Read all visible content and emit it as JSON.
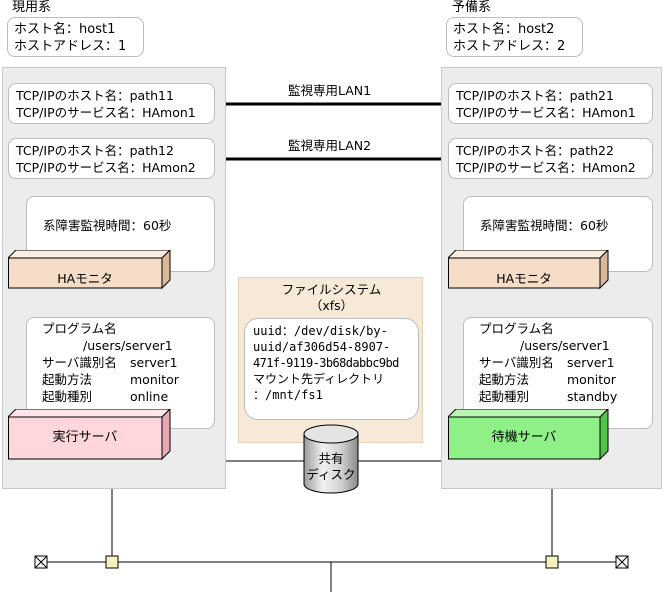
{
  "colors": {
    "panel": "#ececec",
    "ha_monitor": "#f4dcc6",
    "active_server": "#ffd6dc",
    "standby_server": "#8ff088",
    "file_system": "#f6e9d8"
  },
  "left": {
    "system_label": "現用系",
    "host_name": "ホスト名：host1",
    "host_address": "ホストアドレス：1",
    "tcp1": {
      "host": "TCP/IPのホスト名：path11",
      "service": "TCP/IPのサービス名：HAmon1"
    },
    "tcp2": {
      "host": "TCP/IPのホスト名：path12",
      "service": "TCP/IPのサービス名：HAmon2"
    },
    "monitor_time": "系障害監視時間：60秒",
    "ha_monitor": "HAモニタ",
    "program": {
      "name_label": "プログラム名",
      "name_value": "/users/server1",
      "server_id_label": "サーバ識別名",
      "server_id_value": "server1",
      "start_method_label": "起動方法",
      "start_method_value": "monitor",
      "start_type_label": "起動種別",
      "start_type_value": "online"
    },
    "server": "実行サーバ"
  },
  "right": {
    "system_label": "予備系",
    "host_name": "ホスト名：host2",
    "host_address": "ホストアドレス：2",
    "tcp1": {
      "host": "TCP/IPのホスト名：path21",
      "service": "TCP/IPのサービス名：HAmon1"
    },
    "tcp2": {
      "host": "TCP/IPのホスト名：path22",
      "service": "TCP/IPのサービス名：HAmon2"
    },
    "monitor_time": "系障害監視時間：60秒",
    "ha_monitor": "HAモニタ",
    "program": {
      "name_label": "プログラム名",
      "name_value": "/users/server1",
      "server_id_label": "サーバ識別名",
      "server_id_value": "server1",
      "start_method_label": "起動方法",
      "start_method_value": "monitor",
      "start_type_label": "起動種別",
      "start_type_value": "standby"
    },
    "server": "待機サーバ"
  },
  "lan1": "監視専用LAN1",
  "lan2": "監視専用LAN2",
  "file_system": {
    "title": "ファイルシステム",
    "subtitle": "（xfs）",
    "lines": [
      "uuid：/dev/disk/by-",
      "uuid/af306d54-8907-",
      "471f-9119-3b68dabbc9bd",
      "マウント先ディレクトリ",
      "：/mnt/fs1"
    ]
  },
  "shared_disk": {
    "line1": "共有",
    "line2": "ディスク"
  }
}
